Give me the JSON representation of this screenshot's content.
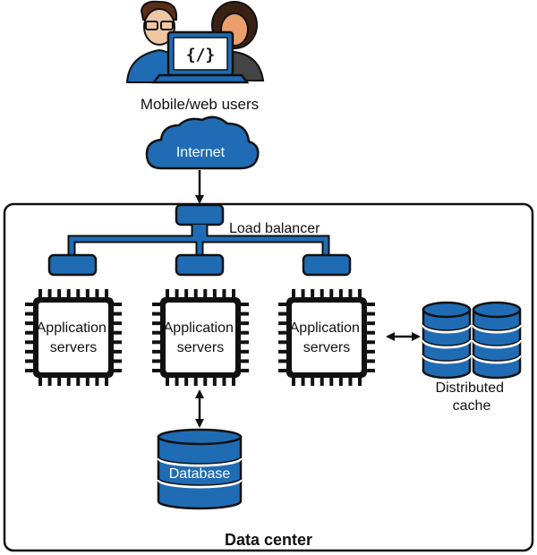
{
  "labels": {
    "users": "Mobile/web users",
    "laptop_code": "{/}",
    "internet": "Internet",
    "load_balancer": "Load balancer",
    "app_server_1": "Application servers",
    "app_server_2": "Application servers",
    "app_server_3": "Application servers",
    "database": "Database",
    "distributed_cache": "Distributed cache",
    "data_center": "Data center"
  },
  "colors": {
    "blue": "#1f6cb5",
    "blue_dark": "#0e3f73",
    "black": "#111111",
    "skin": "#e9b48f",
    "hair_dark": "#3a2114"
  }
}
